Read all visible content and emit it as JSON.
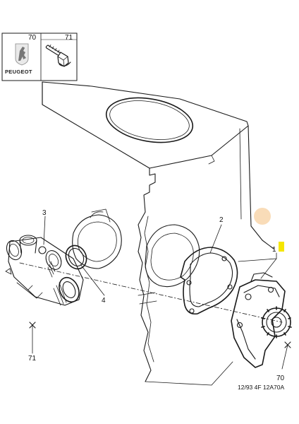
{
  "header_box": {
    "brand": "PEUGEOT",
    "part_number_left": "70",
    "part_number_right": "71"
  },
  "callouts": [
    {
      "id": "1",
      "label": "1"
    },
    {
      "id": "2",
      "label": "2"
    },
    {
      "id": "3",
      "label": "3"
    },
    {
      "id": "4",
      "label": "4"
    },
    {
      "id": "70",
      "label": "70"
    },
    {
      "id": "71",
      "label": "71"
    }
  ],
  "reference": "12/93 4F 12A70A",
  "colors": {
    "highlight_marker": "#f5e600",
    "orange_dot": "#f8d8b0",
    "line": "#1a1a1a"
  }
}
